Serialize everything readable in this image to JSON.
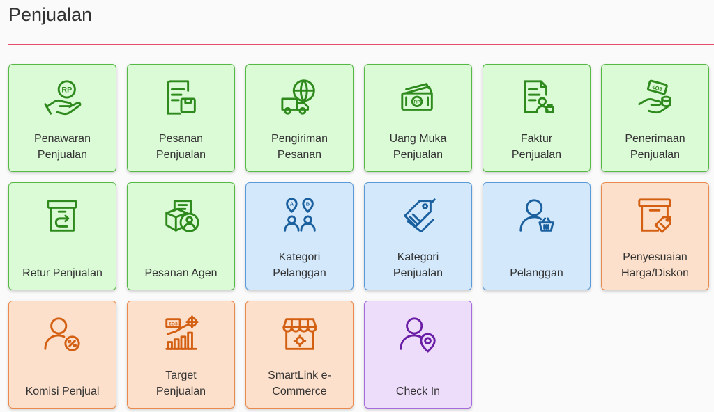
{
  "page": {
    "title": "Penjualan"
  },
  "colors": {
    "rule": "#e84d6d",
    "green": "#dbfad6",
    "blue": "#d3e8fb",
    "orange": "#fde0cb",
    "purple": "#eedcfb"
  },
  "tiles": [
    {
      "label": "Penawaran\nPenjualan",
      "icon": "hand-coin-rp-icon",
      "theme": "green"
    },
    {
      "label": "Pesanan\nPenjualan",
      "icon": "document-box-icon",
      "theme": "green"
    },
    {
      "label": "Pengiriman\nPesanan",
      "icon": "globe-truck-icon",
      "theme": "green"
    },
    {
      "label": "Uang Muka\nPenjualan",
      "icon": "cash-stack-icon",
      "theme": "green"
    },
    {
      "label": "Faktur\nPenjualan",
      "icon": "invoice-user-icon",
      "theme": "green"
    },
    {
      "label": "Penerimaan\nPenjualan",
      "icon": "hand-money-icon",
      "theme": "green"
    },
    {
      "label": "Retur Penjualan",
      "icon": "box-return-icon",
      "theme": "green"
    },
    {
      "label": "Pesanan Agen",
      "icon": "agent-order-icon",
      "theme": "green"
    },
    {
      "label": "Kategori\nPelanggan",
      "icon": "customer-category-icon",
      "theme": "blue"
    },
    {
      "label": "Kategori\nPenjualan",
      "icon": "tag-icon",
      "theme": "blue"
    },
    {
      "label": "Pelanggan",
      "icon": "user-basket-icon",
      "theme": "blue"
    },
    {
      "label": "Penyesuaian\nHarga/Diskon",
      "icon": "box-price-tag-icon",
      "theme": "orange"
    },
    {
      "label": "Komisi Penjual",
      "icon": "user-percent-icon",
      "theme": "orange"
    },
    {
      "label": "Target\nPenjualan",
      "icon": "growth-chart-target-icon",
      "theme": "orange"
    },
    {
      "label": "SmartLink e-\nCommerce",
      "icon": "store-gear-icon",
      "theme": "orange"
    },
    {
      "label": "Check In",
      "icon": "user-location-icon",
      "theme": "purple"
    }
  ]
}
